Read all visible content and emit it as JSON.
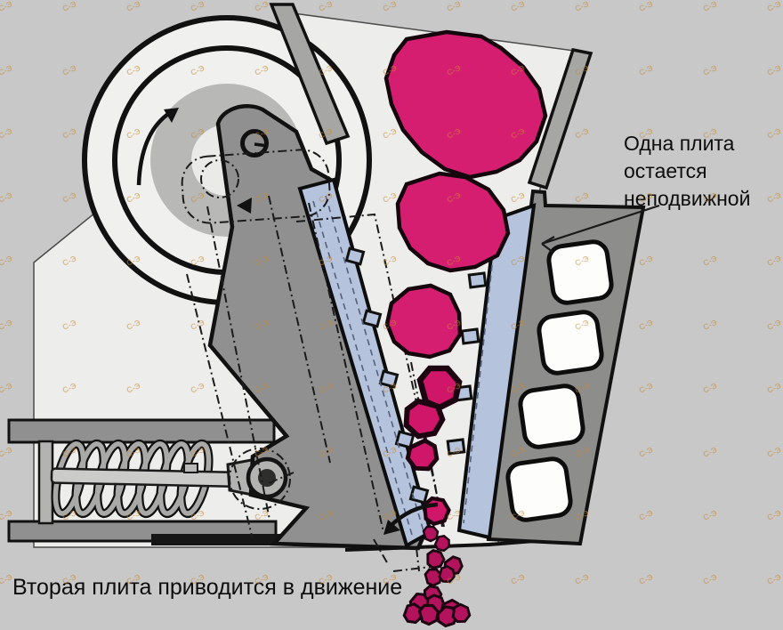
{
  "labels": {
    "fixed_plate_note": {
      "lines": [
        "Одна плита",
        "остается",
        "неподвижной"
      ]
    },
    "moving_plate_note": "Вторая плита приводится в движение"
  },
  "watermark": {
    "text": "С-Э",
    "color": "#c9892f"
  },
  "colors": {
    "background": "#c8c8c8",
    "machine_body": "#ededeb",
    "flywheel_light": "#f0f0ee",
    "flywheel_disc": "#b8b8b6",
    "hub": "#eaeae8",
    "metal_gray": "#909090",
    "chute_bar": "#a6a6a4",
    "fixed_jaw": "#8d8d8b",
    "jaw_plate_blue": "#b5c3dc",
    "rock_magenta": "#d61e70",
    "rock_medium": "#cf1668",
    "rock_small": "#b3135c",
    "hole_white": "#fdfdfb",
    "outline": "#111111"
  }
}
